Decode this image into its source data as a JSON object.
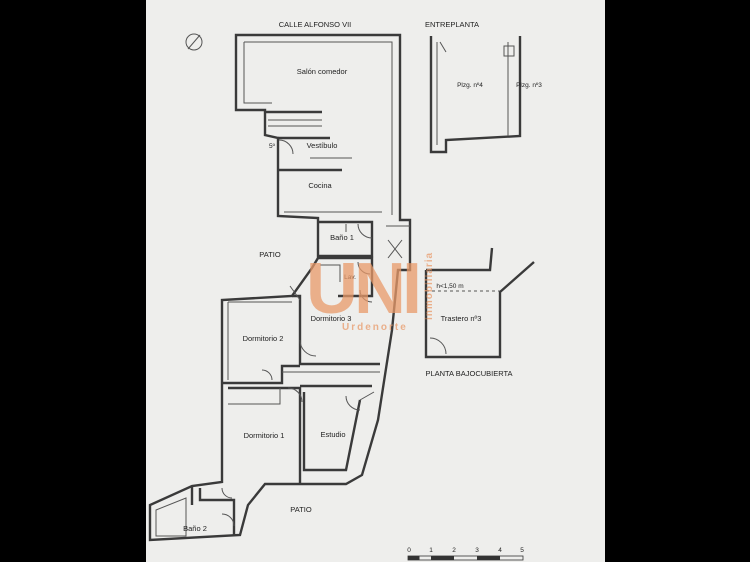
{
  "plan": {
    "street": "CALLE ALFONSO VII",
    "entreplanta": {
      "title": "ENTREPLANTA",
      "spaces": [
        "Plzg. nº4",
        "Plzg. nº3"
      ]
    },
    "rooms": {
      "salon": "Salón comedor",
      "vestibulo": "Vestíbulo",
      "door_mark": "5º",
      "cocina": "Cocina",
      "bano1": "Baño 1",
      "lav": "Lav.",
      "patio_top": "PATIO",
      "dorm3": "Dormitorio 3",
      "dorm2": "Dormitorio 2",
      "dorm1": "Dormitorio 1",
      "estudio": "Estudio",
      "bano2": "Baño 2",
      "patio_bottom": "PATIO"
    },
    "bajocubierta": {
      "title": "PLANTA BAJOCUBIERTA",
      "height_note": "h<1,50 m",
      "room": "Trastero nº3"
    },
    "scale": {
      "ticks": [
        "0",
        "1",
        "2",
        "3",
        "4",
        "5"
      ]
    }
  },
  "watermark": {
    "letters": "UNI",
    "vertical": "inmobiliaria",
    "horizontal": "Urdenorte"
  },
  "colors": {
    "background": "#eeeeec",
    "lines": "#3a3a3a",
    "watermark": "#e89a6a"
  },
  "icons": [
    "north-arrow-icon"
  ]
}
